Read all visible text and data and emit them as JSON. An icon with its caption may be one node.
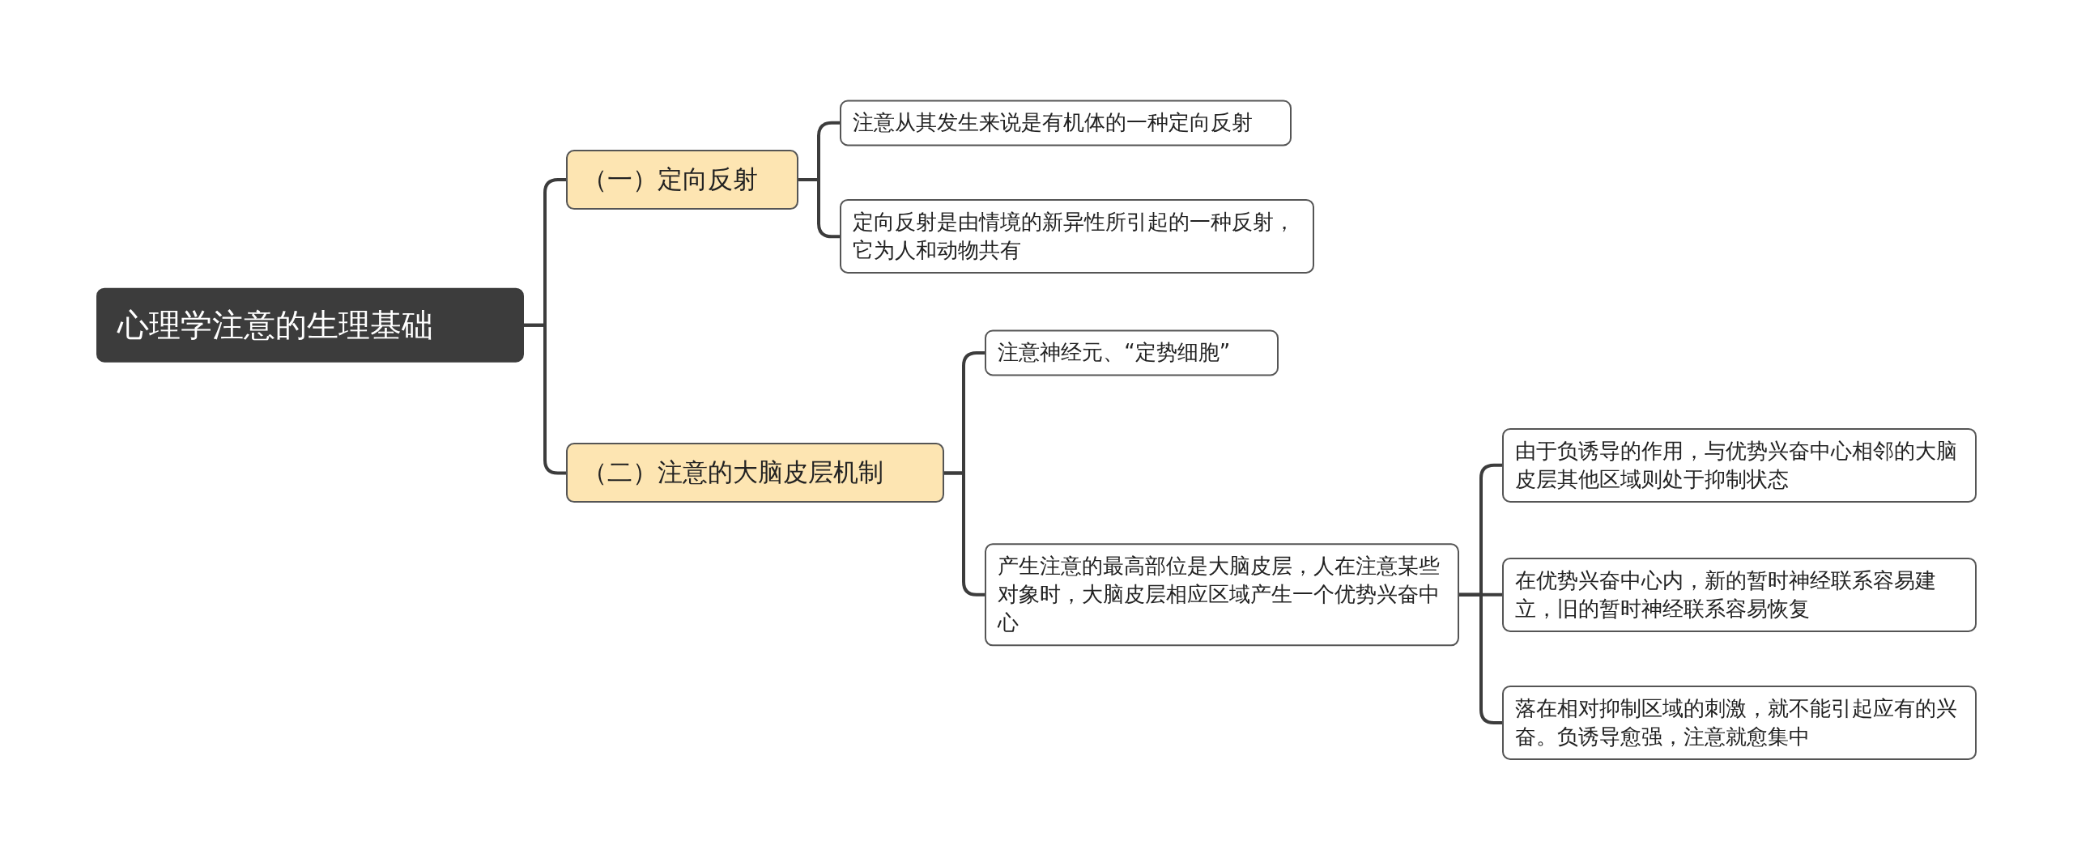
{
  "diagram": {
    "nodes": [
      {
        "text": [
          "心理学注意的生理基础"
        ]
      },
      {
        "text": [
          "（一）定向反射"
        ]
      },
      {
        "text": [
          "（二）注意的大脑皮层机制"
        ]
      },
      {
        "text": [
          "注意从其发生来说是有机体的一种定向反射"
        ]
      },
      {
        "text": [
          "定向反射是由情境的新异性所引起的一种反射，它为人和动物共有"
        ]
      },
      {
        "text": [
          "注意神经元、“定势细胞”"
        ]
      },
      {
        "text": [
          "产生注意的最高部位是大脑皮层，人在注意某些对象时，大脑皮层相应区域产生一个优势兴奋中心"
        ]
      },
      {
        "text": [
          "由于负诱导的作用，与优势兴奋中心相邻的大脑皮层其他区域则处于抑制状态"
        ]
      },
      {
        "text": [
          "在优势兴奋中心内，新的暂时神经联系容易建立，旧的暂时神经联系容易恢复"
        ]
      },
      {
        "text": [
          "落在相对抑制区域的刺激，就不能引起应有的兴奋。负诱导愈强，注意就愈集中"
        ]
      }
    ],
    "edges": [
      {
        "from": 0,
        "to": 1,
        "arrow": "none"
      },
      {
        "from": 0,
        "to": 2,
        "arrow": "none"
      },
      {
        "from": 1,
        "to": 3,
        "arrow": "none"
      },
      {
        "from": 1,
        "to": 4,
        "arrow": "none"
      },
      {
        "from": 2,
        "to": 5,
        "arrow": "none"
      },
      {
        "from": 2,
        "to": 6,
        "arrow": "none"
      },
      {
        "from": 6,
        "to": 7,
        "arrow": "none"
      },
      {
        "from": 6,
        "to": 8,
        "arrow": "none"
      },
      {
        "from": 6,
        "to": 9,
        "arrow": "none"
      }
    ]
  }
}
